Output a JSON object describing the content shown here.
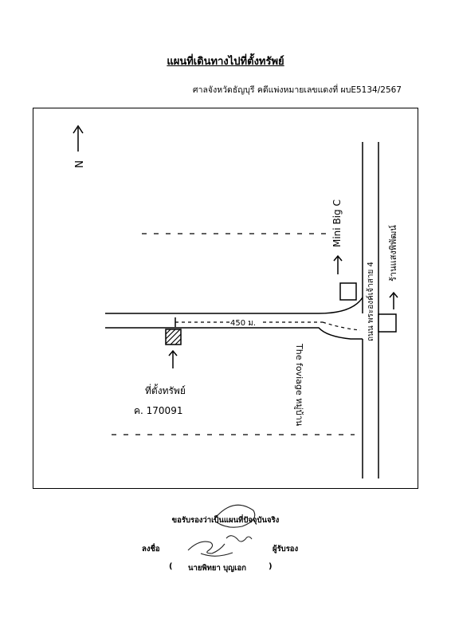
{
  "header": {
    "title": "แผนที่เดินทางไปที่ตั้งทรัพย์",
    "case_ref": "ศาลจังหวัดธัญบุรี คดีแพ่งหมายเลขแดงที่ ผบE5134/2567"
  },
  "map": {
    "north_label": "N",
    "distance_label": "450 ม.",
    "property_label": "ที่ตั้งทรัพย์",
    "deed_label": "ค. 170091",
    "main_road_label": "ถนน พระองค์เจ้าสาย 4",
    "landmark_minibigc": "Mini Big C",
    "landmark_village": "The foviage หมู่บ้าน",
    "landmark_shop": "ร้านแสงพิพัฒน์"
  },
  "footer": {
    "certification": "ขอรับรองว่าเป็นแผนที่ปัจจุบันจริง",
    "sign_label": "ลงชื่อ",
    "certifier_label": "ผู้รับรอง",
    "paren_open": "(",
    "signer_name": "นายพิทยา บุญเอก",
    "paren_close": ")"
  }
}
